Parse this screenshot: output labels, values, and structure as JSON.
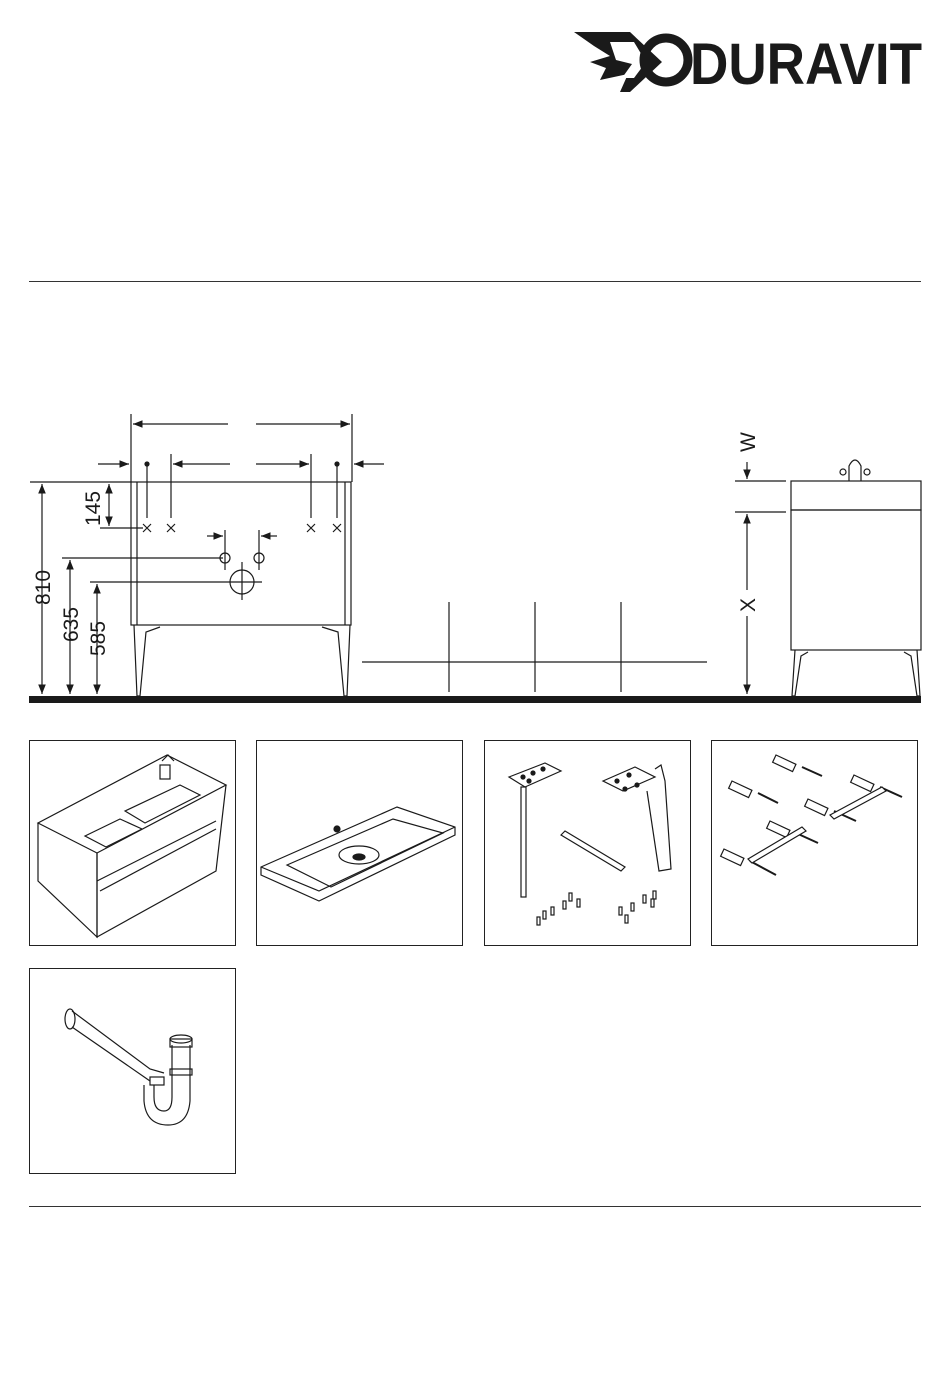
{
  "brand": {
    "name": "DURAVIT"
  },
  "drawing": {
    "dims": {
      "height_total": "810",
      "height_upper": "635",
      "height_lower": "585",
      "top_offset": "145",
      "w_label": "W",
      "x_label": "X"
    }
  },
  "components": [
    {
      "id": "vanity-unit",
      "icon": "vanity-unit-icon"
    },
    {
      "id": "washbasin",
      "icon": "washbasin-icon"
    },
    {
      "id": "legs-brackets",
      "icon": "legs-brackets-icon"
    },
    {
      "id": "wall-fixings",
      "icon": "wall-fixings-icon"
    },
    {
      "id": "siphon",
      "icon": "siphon-icon"
    }
  ]
}
